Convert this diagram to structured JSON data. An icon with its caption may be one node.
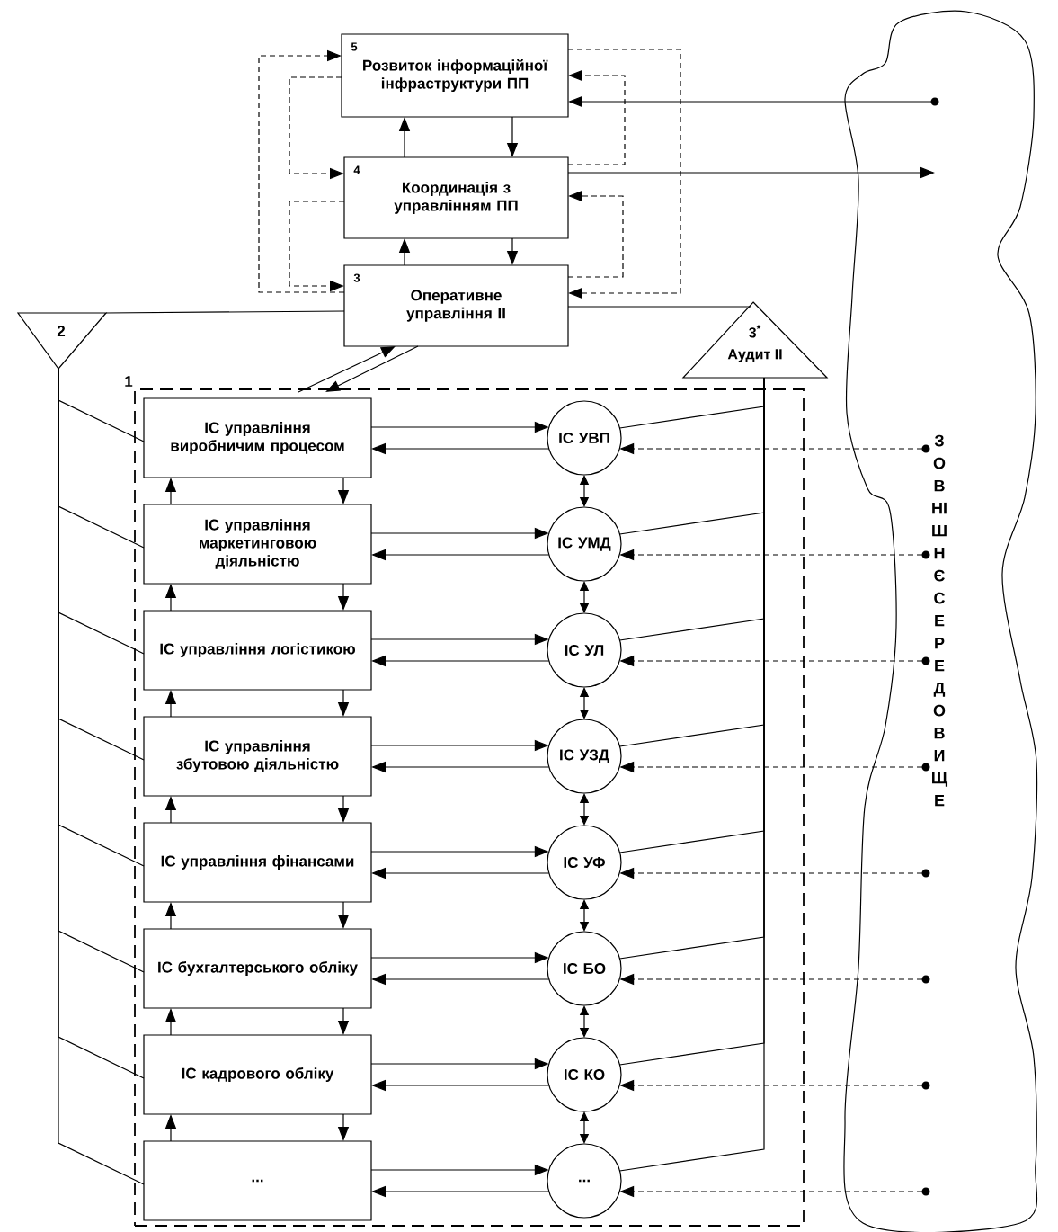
{
  "diagram": {
    "nodes": [
      {
        "text": [
          "5",
          "Розвиток інформаційної інфраструктури ПП"
        ]
      },
      {
        "text": [
          "4",
          "Координація з управлінням ПП"
        ]
      },
      {
        "text": [
          "3",
          "Оперативне управління ІІ"
        ]
      },
      {
        "text": [
          "2"
        ]
      },
      {
        "text": [
          "3$^{*}$",
          "Аудит ІІ"
        ]
      },
      {
        "text": [
          "1"
        ]
      },
      {
        "text": [
          "ІС управління виробничим процесом"
        ],
        "in": 5
      },
      {
        "text": [
          "ІС управління маркетинговою діяльністю"
        ],
        "in": 5
      },
      {
        "text": [
          "ІС управління логістикою"
        ],
        "in": 5
      },
      {
        "text": [
          "ІС управління збутовою діяльністю"
        ],
        "in": 5
      },
      {
        "text": [
          "ІС управління фінансами"
        ],
        "in": 5
      },
      {
        "text": [
          "ІС бухгалтерського обліку"
        ],
        "in": 5
      },
      {
        "text": [
          "ІС кадрового обліку"
        ],
        "in": 5
      },
      {
        "text": [
          "..."
        ],
        "in": 5
      },
      {
        "text": [
          "ІС УВП"
        ],
        "in": 5
      },
      {
        "text": [
          "ІС УМД"
        ],
        "in": 5
      },
      {
        "text": [
          "ІС УЛ"
        ],
        "in": 5
      },
      {
        "text": [
          "ІС УЗД"
        ],
        "in": 5
      },
      {
        "text": [
          "ІС УФ"
        ],
        "in": 5
      },
      {
        "text": [
          "ІС БО"
        ],
        "in": 5
      },
      {
        "text": [
          "ІС КО"
        ],
        "in": 5
      },
      {
        "text": [
          "..."
        ],
        "in": 5
      },
      {
        "text": [
          "ЗОВНІШНЄ СЕРЕДОВИЩЕ"
        ]
      },
      {
        "text": [],
        "shape": "circle",
        "in": 22
      },
      {
        "text": [],
        "shape": "circle",
        "in": 22
      },
      {
        "text": [],
        "shape": "circle",
        "in": 22
      },
      {
        "text": [],
        "shape": "circle",
        "in": 22
      },
      {
        "text": [],
        "shape": "circle",
        "in": 22
      },
      {
        "text": [],
        "shape": "circle",
        "in": 22
      },
      {
        "text": [],
        "shape": "circle",
        "in": 22
      },
      {
        "text": [],
        "shape": "circle",
        "in": 22
      },
      {
        "text": [],
        "shape": "circle",
        "in": 22
      }
    ],
    "edges": [
      {
        "from": 1,
        "to": 0,
        "arrow": "to"
      },
      {
        "from": 0,
        "to": 1,
        "arrow": "to"
      },
      {
        "from": 2,
        "to": 1,
        "arrow": "to"
      },
      {
        "from": 1,
        "to": 2,
        "arrow": "to"
      },
      {
        "from": 2,
        "to": 0,
        "arrow": "to",
        "style": "dashed"
      },
      {
        "from": 0,
        "to": 1,
        "arrow": "to",
        "style": "dashed"
      },
      {
        "from": 1,
        "to": 2,
        "arrow": "to",
        "style": "dashed"
      },
      {
        "from": 0,
        "to": 2,
        "arrow": "to",
        "style": "dashed"
      },
      {
        "from": 1,
        "to": 0,
        "arrow": "to",
        "style": "dashed"
      },
      {
        "from": 2,
        "to": 1,
        "arrow": "to",
        "style": "dashed"
      },
      {
        "from": 23,
        "to": 0,
        "arrow": "to"
      },
      {
        "from": 1,
        "to": null,
        "arrow": "to"
      },
      {
        "from": 3,
        "to": 2,
        "arrow": "none"
      },
      {
        "from": 4,
        "to": 2,
        "arrow": "none"
      },
      {
        "from": 2,
        "to": 5,
        "arrow": "to"
      },
      {
        "from": 5,
        "to": 2,
        "arrow": "to"
      },
      {
        "from": 6,
        "to": 7,
        "arrow": "to"
      },
      {
        "from": 7,
        "to": 6,
        "arrow": "to"
      },
      {
        "from": 7,
        "to": 8,
        "arrow": "to"
      },
      {
        "from": 8,
        "to": 7,
        "arrow": "to"
      },
      {
        "from": 8,
        "to": 9,
        "arrow": "to"
      },
      {
        "from": 9,
        "to": 8,
        "arrow": "to"
      },
      {
        "from": 9,
        "to": 10,
        "arrow": "to"
      },
      {
        "from": 10,
        "to": 9,
        "arrow": "to"
      },
      {
        "from": 10,
        "to": 11,
        "arrow": "to"
      },
      {
        "from": 11,
        "to": 10,
        "arrow": "to"
      },
      {
        "from": 11,
        "to": 12,
        "arrow": "to"
      },
      {
        "from": 12,
        "to": 11,
        "arrow": "to"
      },
      {
        "from": 12,
        "to": 13,
        "arrow": "to"
      },
      {
        "from": 13,
        "to": 12,
        "arrow": "to"
      },
      {
        "from": 6,
        "to": 14,
        "arrow": "to"
      },
      {
        "from": 14,
        "to": 6,
        "arrow": "to"
      },
      {
        "from": 7,
        "to": 15,
        "arrow": "to"
      },
      {
        "from": 15,
        "to": 7,
        "arrow": "to"
      },
      {
        "from": 8,
        "to": 16,
        "arrow": "to"
      },
      {
        "from": 16,
        "to": 8,
        "arrow": "to"
      },
      {
        "from": 9,
        "to": 17,
        "arrow": "to"
      },
      {
        "from": 17,
        "to": 9,
        "arrow": "to"
      },
      {
        "from": 10,
        "to": 18,
        "arrow": "to"
      },
      {
        "from": 18,
        "to": 10,
        "arrow": "to"
      },
      {
        "from": 11,
        "to": 19,
        "arrow": "to"
      },
      {
        "from": 19,
        "to": 11,
        "arrow": "to"
      },
      {
        "from": 12,
        "to": 20,
        "arrow": "to"
      },
      {
        "from": 20,
        "to": 12,
        "arrow": "to"
      },
      {
        "from": 13,
        "to": 21,
        "arrow": "to"
      },
      {
        "from": 21,
        "to": 13,
        "arrow": "to"
      },
      {
        "from": 14,
        "to": 15,
        "arrow": "both"
      },
      {
        "from": 15,
        "to": 16,
        "arrow": "both"
      },
      {
        "from": 16,
        "to": 17,
        "arrow": "both"
      },
      {
        "from": 17,
        "to": 18,
        "arrow": "both"
      },
      {
        "from": 18,
        "to": 19,
        "arrow": "both"
      },
      {
        "from": 19,
        "to": 20,
        "arrow": "both"
      },
      {
        "from": 20,
        "to": 21,
        "arrow": "both"
      },
      {
        "from": 24,
        "to": 14,
        "arrow": "to",
        "style": "dashed"
      },
      {
        "from": 25,
        "to": 15,
        "arrow": "to",
        "style": "dashed"
      },
      {
        "from": 26,
        "to": 16,
        "arrow": "to",
        "style": "dashed"
      },
      {
        "from": 27,
        "to": 17,
        "arrow": "to",
        "style": "dashed"
      },
      {
        "from": 28,
        "to": 18,
        "arrow": "to",
        "style": "dashed"
      },
      {
        "from": 29,
        "to": 19,
        "arrow": "to",
        "style": "dashed"
      },
      {
        "from": 30,
        "to": 20,
        "arrow": "to",
        "style": "dashed"
      },
      {
        "from": 31,
        "to": 21,
        "arrow": "to",
        "style": "dashed"
      },
      {
        "from": 3,
        "to": 6,
        "arrow": "none"
      },
      {
        "from": 3,
        "to": 7,
        "arrow": "none"
      },
      {
        "from": 3,
        "to": 8,
        "arrow": "none"
      },
      {
        "from": 3,
        "to": 9,
        "arrow": "none"
      },
      {
        "from": 3,
        "to": 10,
        "arrow": "none"
      },
      {
        "from": 3,
        "to": 11,
        "arrow": "none"
      },
      {
        "from": 3,
        "to": 12,
        "arrow": "none"
      },
      {
        "from": 3,
        "to": 13,
        "arrow": "none"
      },
      {
        "from": 4,
        "to": 14,
        "arrow": "none"
      },
      {
        "from": 4,
        "to": 15,
        "arrow": "none"
      },
      {
        "from": 4,
        "to": 16,
        "arrow": "none"
      },
      {
        "from": 4,
        "to": 17,
        "arrow": "none"
      },
      {
        "from": 4,
        "to": 18,
        "arrow": "none"
      },
      {
        "from": 4,
        "to": 19,
        "arrow": "none"
      },
      {
        "from": 4,
        "to": 20,
        "arrow": "none"
      },
      {
        "from": 4,
        "to": 21,
        "arrow": "none"
      }
    ]
  }
}
